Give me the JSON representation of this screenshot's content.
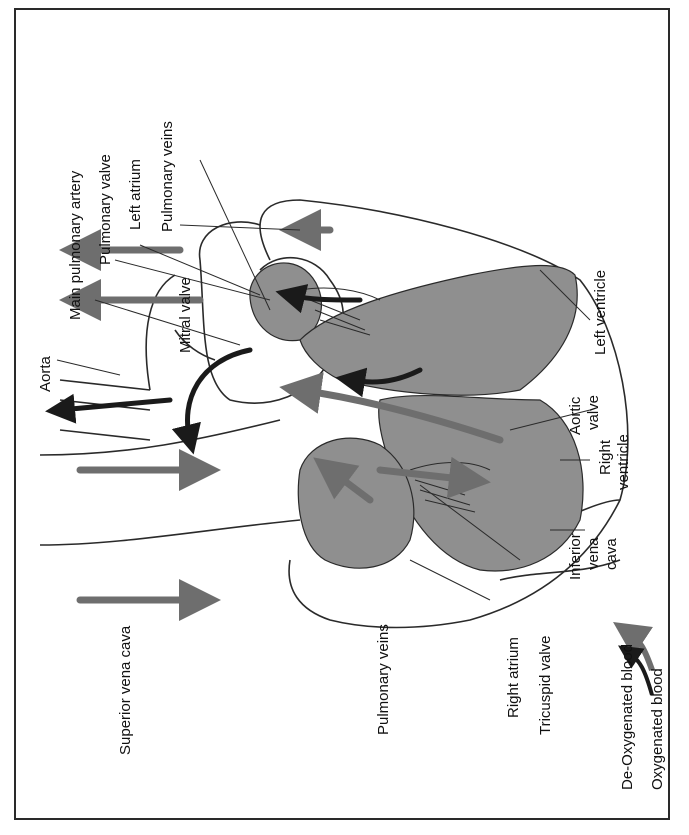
{
  "labels": {
    "aorta": "Aorta",
    "main_pulmonary_artery": "Main pulmonary artery",
    "pulmonary_valve": "Pulmonary valve",
    "left_atrium": "Left atrium",
    "pulmonary_veins_top": "Pulmonary veins",
    "mitral_valve": "Mitral valve",
    "left_ventricle": "Left ventricle",
    "aortic_valve_line1": "Aortic",
    "aortic_valve_line2": "valve",
    "right_ventricle_line1": "Right",
    "right_ventricle_line2": "ventricle",
    "inferior_vena_cava_line1": "Inferior",
    "inferior_vena_cava_line2": "vena",
    "inferior_vena_cava_line3": "cava",
    "superior_vena_cava": "Superior vena cava",
    "pulmonary_veins_bottom": "Pulmonary veins",
    "right_atrium": "Right atrium",
    "tricuspid_valve": "Tricuspid valve",
    "legend_deoxygenated": "De-Oxygenated blood",
    "legend_oxygenated": "Oxygenated blood"
  },
  "colors": {
    "deoxygenated": "#6e6e6e",
    "oxygenated": "#1a1a1a",
    "chamber_fill": "#8f8f8f",
    "outline": "#2a2a2a"
  }
}
